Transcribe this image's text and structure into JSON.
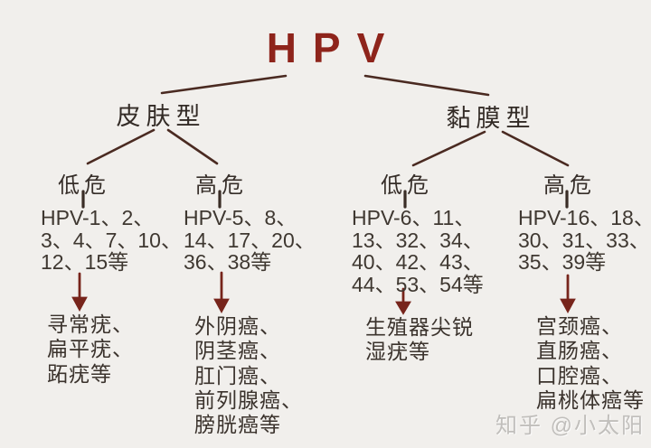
{
  "title": "HPV",
  "branches": [
    {
      "label": "皮肤型",
      "groups": [
        {
          "risk": "低危",
          "types": [
            "HPV-1、2、",
            "3、4、7、10、",
            "12、15等"
          ],
          "diseases": [
            "寻常疣、",
            "扁平疣、",
            "跖疣等"
          ]
        },
        {
          "risk": "高危",
          "types": [
            "HPV-5、8、",
            "14、17、20、",
            "36、38等"
          ],
          "diseases": [
            "外阴癌、",
            "阴茎癌、",
            "肛门癌、",
            "前列腺癌、",
            "膀胱癌等"
          ]
        }
      ]
    },
    {
      "label": "黏膜型",
      "groups": [
        {
          "risk": "低危",
          "types": [
            "HPV-6、11、",
            "13、32、34、",
            "40、42、43、",
            "44、53、54等"
          ],
          "diseases": [
            "生殖器尖锐",
            "湿疣等"
          ]
        },
        {
          "risk": "高危",
          "types": [
            "HPV-16、18、",
            "30、31、33、",
            "35、39等"
          ],
          "diseases": [
            "宫颈癌、",
            "直肠癌、",
            "口腔癌、",
            "扁桃体癌等"
          ]
        }
      ]
    }
  ],
  "watermark": "知乎 @小太阳",
  "colors": {
    "background": "#f1efec",
    "title": "#8e241b",
    "connector_line": "#4a2a21",
    "arrow": "#77241b",
    "text": "#3b332d",
    "watermark": "#bab8b5"
  }
}
